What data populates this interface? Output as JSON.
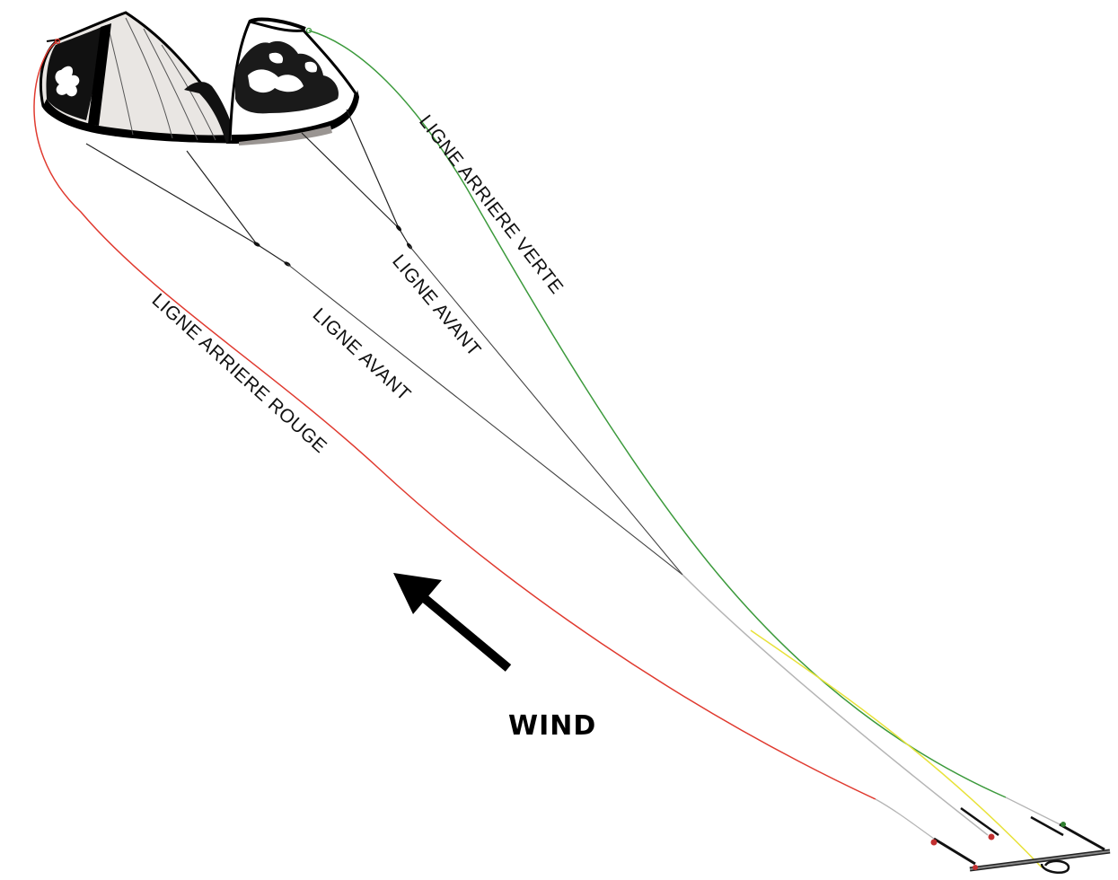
{
  "diagram": {
    "labels": {
      "back_line_red": "LIGNE ARRIERE ROUGE",
      "back_line_green": "LIGNE ARRIERE VERTE",
      "front_line_left": "LIGNE AVANT",
      "front_line_right": "LIGNE AVANT",
      "wind": "WIND"
    },
    "colors": {
      "red_line": "#e03a2f",
      "green_line": "#3c9a3c",
      "front_line": "#444444",
      "front_line_lower": "#b5b5b5",
      "depower_line": "#e8e23a",
      "kite_canopy": "#e9e6e3",
      "kite_edge": "#000000"
    },
    "icons": {
      "wind_arrow": "arrow-up-left-icon",
      "kite": "kite-icon",
      "control_bar": "control-bar-icon"
    }
  }
}
